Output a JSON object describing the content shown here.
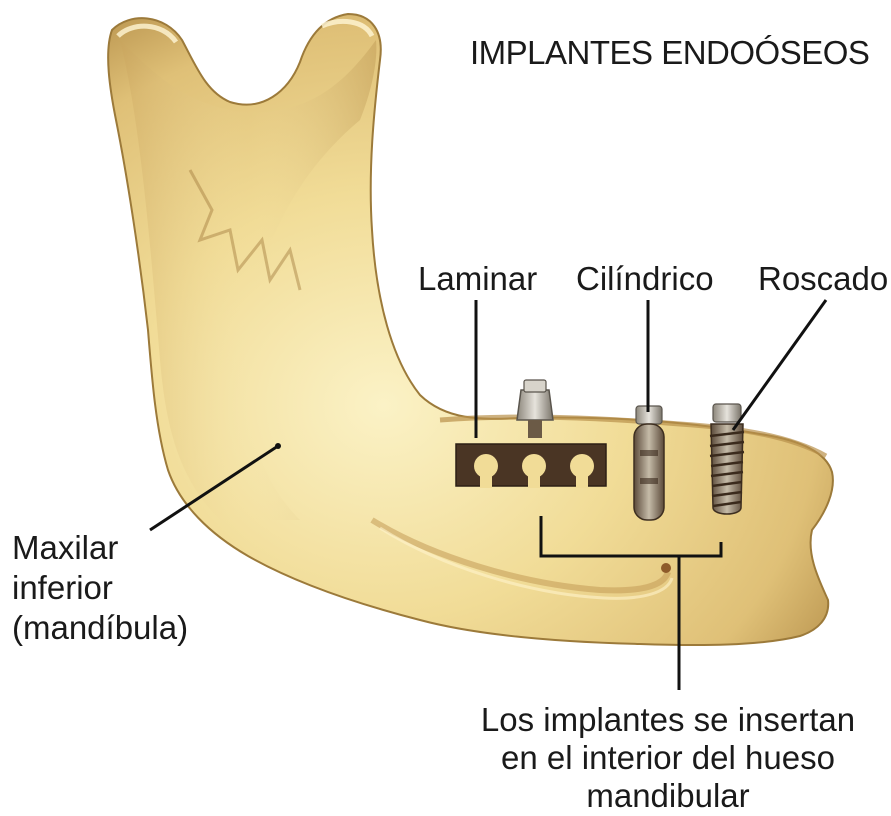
{
  "diagram": {
    "title": "IMPLANTES ENDOÓSEOS",
    "implant_labels": [
      "Laminar",
      "Cilíndrico",
      "Roscado"
    ],
    "bone_label_lines": [
      "Maxilar",
      "inferior",
      "(mandíbula)"
    ],
    "caption_lines": [
      "Los implantes se insertan",
      "en el interior del hueso",
      "mandibular"
    ],
    "colors": {
      "bone_light": "#f7e9b0",
      "bone_mid": "#e4c77e",
      "bone_shadow": "#a9843f",
      "implant_dark": "#4a3524",
      "metal": "#b9b4a8",
      "leader_lines": "#111111"
    }
  }
}
